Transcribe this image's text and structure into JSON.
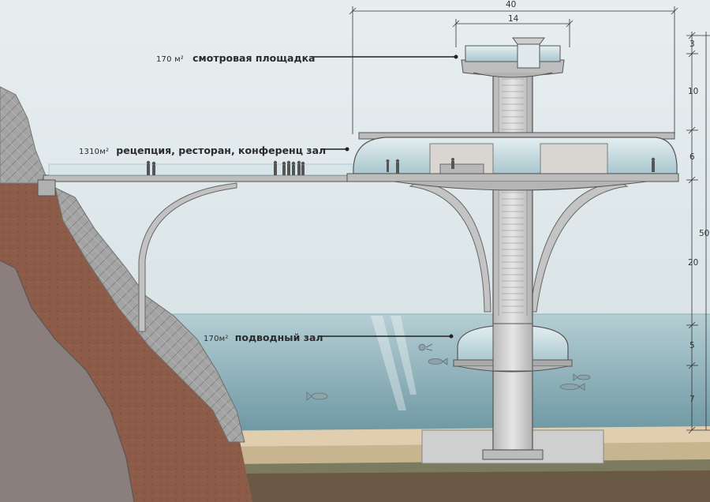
{
  "labels": {
    "observation": {
      "area": "170 м²",
      "name": "смотровая площадка"
    },
    "reception": {
      "area": "1310м²",
      "name": "рецепция, ресторан, конференц зал"
    },
    "underwater": {
      "area": "170м²",
      "name": "подводный зал"
    }
  },
  "dimensions": {
    "top_width": "40",
    "top_inner": "14",
    "v_3": "3",
    "v_10": "10",
    "v_6": "6",
    "v_50": "50",
    "v_20": "20",
    "v_5": "5",
    "v_7": "7"
  },
  "colors": {
    "sky": "#dfe7ea",
    "water_top": "#a7c4cb",
    "water_bottom": "#6e9aa5",
    "sand": "#e3d2b3",
    "earth": "#8a5a48",
    "rock": "#9e9e9e",
    "concrete": "#c9c9c9",
    "glass": "#b9d4da"
  }
}
